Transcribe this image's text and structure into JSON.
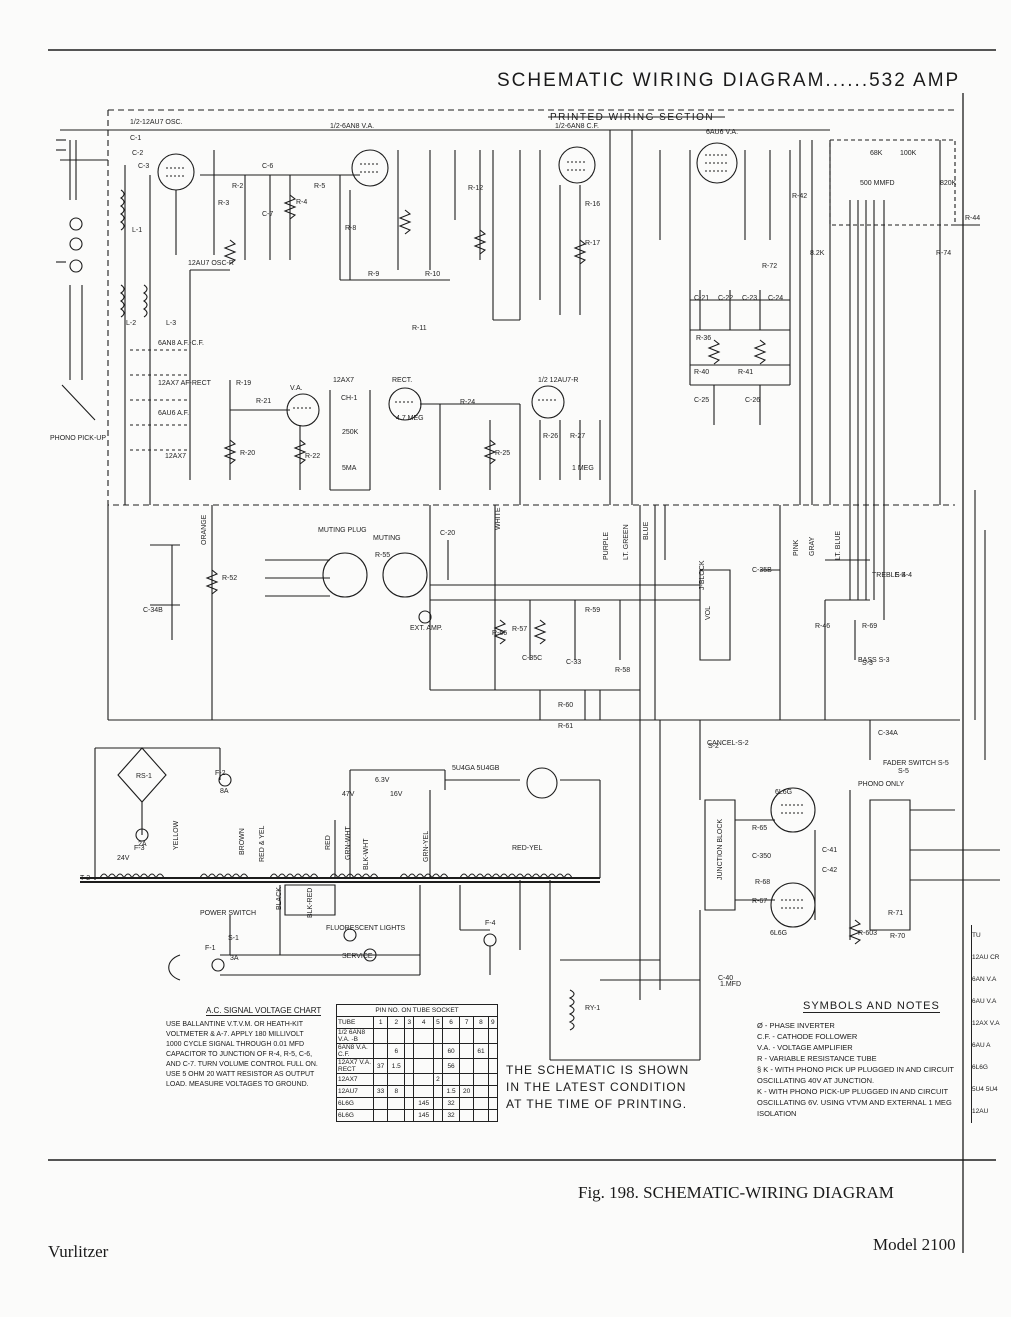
{
  "diagram": {
    "title": "SCHEMATIC WIRING DIAGRAM......532 AMP",
    "section_label": "PRINTED WIRING SECTION",
    "caption": "Fig. 198.  SCHEMATIC-WIRING DIAGRAM",
    "maker": "Vurlitzer",
    "model": "Model 2100",
    "note": "THE SCHEMATIC IS SHOWN IN THE LATEST CONDITION AT THE TIME OF PRINTING."
  },
  "tube_labels": [
    "1/2-12AU7 OSC.",
    "1/2-6AN8 V.A.",
    "1/2-6AN8 C.F.",
    "6AU6 V.A.",
    "12AX7",
    "V.A.",
    "RECT.",
    "1/2 12AU7-R",
    "12AU7 OSC-R",
    "6AN8 A.F.-C.F.",
    "12AX7 AF-RECT",
    "6AU6 A.F.",
    "12AX7",
    "5U4GA 5U4GB",
    "6L6G",
    "6L6G"
  ],
  "component_labels": [
    "C-1",
    "C-2",
    "C-3",
    "C-6",
    "C-7",
    "R-2",
    "R-3",
    "R-4",
    "R-5",
    "R-8",
    "R-9",
    "R-10",
    "R-11",
    "R-12",
    "R-16",
    "R-17",
    "R-19",
    "R-20",
    "R-21",
    "R-22",
    "R-24",
    "R-25",
    "R-26",
    "R-27",
    "R-36",
    "R-40",
    "R-41",
    "R-42",
    "R-44",
    "R-46",
    "R-52",
    "R-55",
    "R-57",
    "R-60",
    "R-61",
    "R-65",
    "R-66",
    "R-67",
    "R-69",
    "R-70",
    "R-71",
    "R-72",
    "R-74",
    "R-603",
    "C-20",
    "C-21",
    "C-22",
    "C-23",
    "C-24",
    "C-25",
    "C-26",
    "C-33",
    "C-34A",
    "C-34B",
    "C-35B",
    "C-35C",
    "C-40",
    "C-41",
    "C-42",
    "L-1",
    "L-2",
    "L-3",
    "RS-1",
    "T-2",
    "RY-1",
    "F-1",
    "F-2",
    "F-3",
    "F-4",
    "S-1",
    "S-2",
    "S-3",
    "S-4",
    "S-5",
    "CH-1",
    "250K",
    "5MA",
    "R-58",
    "R-59",
    "R-68",
    "C-350"
  ],
  "wire_labels": [
    "ORANGE",
    "WHITE",
    "PURPLE",
    "LT. GREEN",
    "BLUE",
    "PINK",
    "GRAY",
    "LT. BLUE",
    "GRN-WHT",
    "BLK-WHT",
    "BLACK",
    "RED",
    "RED-YEL",
    "YELLOW",
    "BROWN",
    "RED & YEL",
    "GRN-YEL",
    "BLK-RED",
    "CANCEL-S-2",
    "TREBLE S-4",
    "BASS S-3",
    "FADER SWITCH S-5",
    "PHONO ONLY",
    "MUTING PLUG",
    "MUTING",
    "EXT. AMP.",
    "POWER SWITCH",
    "FLUORESCENT LIGHTS",
    "SERVICE",
    "PHONO PICK-UP",
    "24V",
    "6.3V",
    "47V",
    "16V",
    "2A",
    "8A",
    "3A",
    "J-BLOCK",
    "JUNCTION BLOCK",
    "100K",
    "68K",
    "500 MMFD",
    "1.MFD",
    "820K",
    "8.2K",
    "VOL",
    "4.7 MEG",
    "1 MEG"
  ],
  "voltage_chart": {
    "heading": "A.C. SIGNAL VOLTAGE CHART",
    "text": "USE BALLANTINE V.T.V.M. OR HEATH-KIT VOLTMETER & A-7. APPLY 180 MILLIVOLT 1000 CYCLE SIGNAL THROUGH 0.01 MFD CAPACITOR TO JUNCTION OF R-4, R-5, C-6, AND C-7. TURN VOLUME CONTROL FULL ON. USE 5 OHM 20 WATT RESISTOR AS OUTPUT LOAD. MEASURE VOLTAGES TO GROUND."
  },
  "pin_table": {
    "header": "PIN NO. ON TUBE SOCKET",
    "columns": [
      "TUBE",
      "1",
      "2",
      "3",
      "4",
      "5",
      "6",
      "7",
      "8",
      "9"
    ],
    "rows": [
      [
        "1/2 6AN8 V.A. -B",
        "",
        "",
        "",
        "",
        "",
        "",
        "",
        "",
        ""
      ],
      [
        "6AN8 V.A. C.F.",
        "",
        "6",
        "",
        "",
        "",
        "60",
        "",
        "61",
        ""
      ],
      [
        "12AX7 V.A. RECT",
        "37",
        "1.5",
        "",
        "",
        "",
        "56",
        "",
        "",
        ""
      ],
      [
        "12AX7",
        "",
        "",
        "",
        "",
        "2",
        "",
        "",
        "",
        ""
      ],
      [
        "12AU7",
        "33",
        "8",
        "",
        "",
        "",
        "1.5",
        "20",
        "",
        ""
      ],
      [
        "6L6G",
        "",
        "",
        "",
        "145",
        "",
        "32",
        "",
        "",
        ""
      ],
      [
        "6L6G",
        "",
        "",
        "",
        "145",
        "",
        "32",
        "",
        "",
        ""
      ]
    ]
  },
  "symbols": {
    "heading": "SYMBOLS AND NOTES",
    "items": [
      "Ø - PHASE INVERTER",
      "C.F. - CATHODE FOLLOWER",
      "V.A. - VOLTAGE AMPLIFIER",
      "R - VARIABLE RESISTANCE TUBE",
      "§ K - WITH PHONO PICK UP PLUGGED IN AND CIRCUIT OSCILLATING 40V AT JUNCTION.",
      "K - WITH PHONO PICK-UP PLUGGED IN AND CIRCUIT OSCILLATING 6V. USING VTVM AND EXTERNAL 1 MEG ISOLATION"
    ]
  },
  "right_table": [
    "TU",
    "12AU CR",
    "6AN V.A",
    "6AU V.A",
    "12AX V.A",
    "6AU A",
    "6L6G",
    "5U4 5U4",
    "12AU"
  ]
}
